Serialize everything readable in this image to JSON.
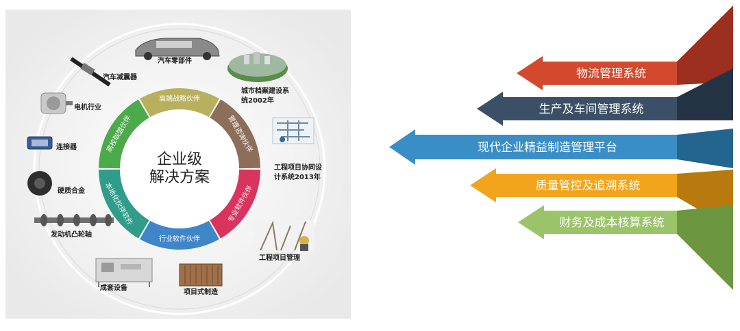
{
  "center": {
    "line1": "企业级",
    "line2": "解决方案"
  },
  "ring_segments": [
    {
      "label": "高端战略伙伴",
      "color": "#b8b05e"
    },
    {
      "label": "管理咨询伙伴",
      "color": "#8c6e5a"
    },
    {
      "label": "专业软件伙伴",
      "color": "#d9345e"
    },
    {
      "label": "行业软件伙伴",
      "color": "#3f86c9"
    },
    {
      "label": "本地化伙伴软件",
      "color": "#2f9d8a"
    },
    {
      "label": "高校联盟伙伴",
      "color": "#4caa4a"
    }
  ],
  "industries": [
    {
      "label": "汽车零部件",
      "icon": "car-icon"
    },
    {
      "label": "城市档案建设系统2002年",
      "line1": "城市档案建设系",
      "line2": "统2002年",
      "icon": "city-model-icon"
    },
    {
      "label": "工程项目协同设计系统2013年",
      "line1": "工程项目协同设",
      "line2": "计系统2013年",
      "icon": "plant-design-icon"
    },
    {
      "label": "工程项目管理",
      "icon": "construction-icon"
    },
    {
      "label": "项目式制造",
      "icon": "container-icon"
    },
    {
      "label": "成套设备",
      "icon": "machine-icon"
    },
    {
      "label": "发动机凸轮轴",
      "icon": "camshaft-icon"
    },
    {
      "label": "硬质合金",
      "icon": "gear-part-icon"
    },
    {
      "label": "连接器",
      "icon": "connector-icon"
    },
    {
      "label": "电机行业",
      "icon": "motor-icon"
    },
    {
      "label": "汽车减震器",
      "icon": "shock-absorber-icon"
    }
  ],
  "systems": [
    {
      "label": "物流管理系统",
      "color": "#d2492e",
      "shade": "#9c2f1f"
    },
    {
      "label": "生产及车间管理系统",
      "color": "#3b5066",
      "shade": "#243445"
    },
    {
      "label": "现代企业精益制造管理平台",
      "color": "#3a8ec6",
      "shade": "#23658f"
    },
    {
      "label": "质量管控及追溯系统",
      "color": "#f2a51c",
      "shade": "#b87a0f"
    },
    {
      "label": "财务及成本核算系统",
      "color": "#9bc46a",
      "shade": "#6c9640"
    }
  ]
}
